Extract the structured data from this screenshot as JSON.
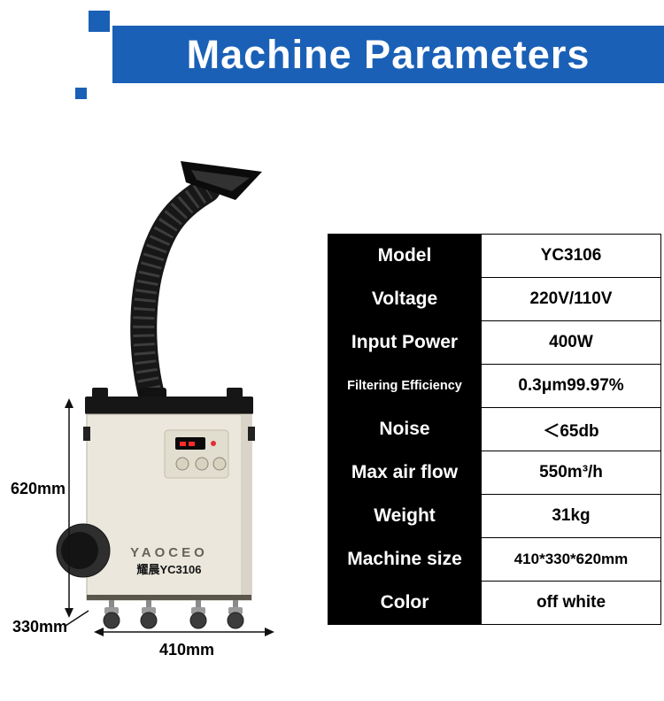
{
  "header": {
    "title": "Machine Parameters"
  },
  "dimensions": {
    "height_label": "620mm",
    "depth_label": "330mm",
    "width_label": "410mm"
  },
  "machine": {
    "brand": "YAOCEO",
    "model_label": "耀晨YC3106"
  },
  "spec_table": {
    "rows": [
      {
        "label": "Model",
        "value": "YC3106"
      },
      {
        "label": "Voltage",
        "value": "220V/110V"
      },
      {
        "label": "Input Power",
        "value": "400W"
      },
      {
        "label": "Filtering Efficiency",
        "value": "0.3μm99.97%"
      },
      {
        "label": "Noise",
        "value": "＜65db"
      },
      {
        "label": "Max air flow",
        "value": "550m³/h"
      },
      {
        "label": "Weight",
        "value": "31kg"
      },
      {
        "label": "Machine size",
        "value": "410*330*620mm"
      },
      {
        "label": "Color",
        "value": "off white"
      }
    ]
  },
  "colors": {
    "accent_blue": "#1a60b6",
    "table_header_bg": "#000000",
    "machine_body": "#ebe7dc"
  }
}
